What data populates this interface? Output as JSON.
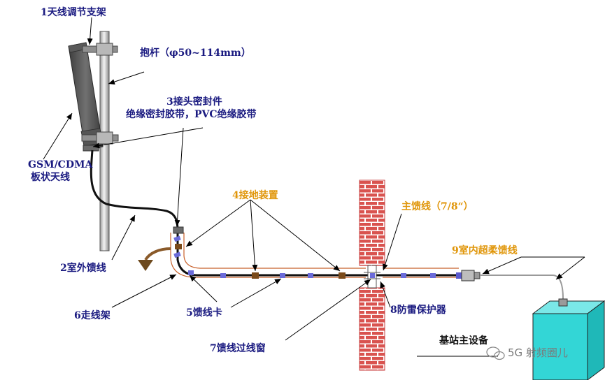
{
  "labels": {
    "bracket": "1天线调节支架",
    "pole": "抱杆（φ50~114mm）",
    "seal_line1": "3接头密封件",
    "seal_line2": "绝缘密封胶带，PVC绝缘胶带",
    "antenna_line1": "GSM/CDMA",
    "antenna_line2": "板状天线",
    "outdoor_feeder": "2室外馈线",
    "grounding": "4接地装置",
    "main_feeder": "主馈线（7/8“）",
    "indoor_jumper": "9室内超柔馈线",
    "cable_tray": "6走线架",
    "feeder_clip": "5馈线卡",
    "lightning": "8防雷保护器",
    "window": "7馈线过线窗",
    "bts": "基站主设备"
  },
  "watermark": {
    "text": "5G 射频圈儿",
    "icon": "wechat-icon"
  },
  "colors": {
    "navy_label": "#1a1a80",
    "orange_label": "#e0960a",
    "brick": "#d9534f",
    "cabinet": "#33d6d6",
    "antenna": "#5a5a5a",
    "clip": "#6b6bd9",
    "ground_clamp": "#7a4a1a"
  }
}
